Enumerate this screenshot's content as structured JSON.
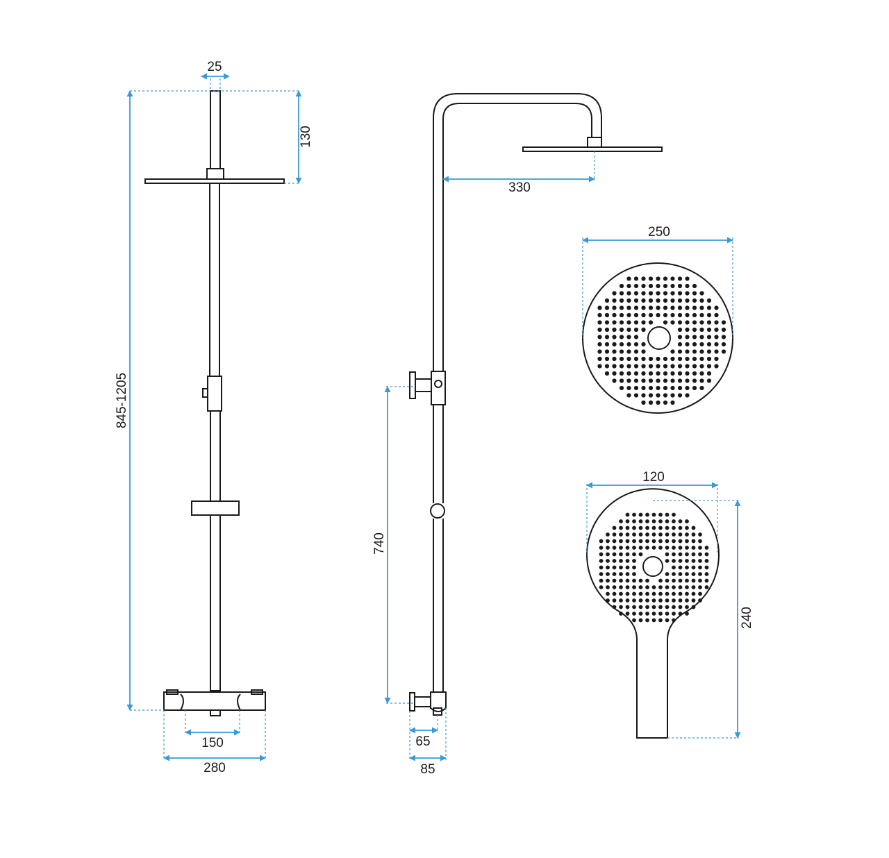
{
  "dimensions": {
    "pipe_diameter": "25",
    "head_drop": "130",
    "total_height": "845-1205",
    "inlet_spacing": "150",
    "mixer_width": "280",
    "arm_reach": "330",
    "mixer_height": "740",
    "wall_offset_inner": "65",
    "wall_offset_outer": "85",
    "head_diameter": "250",
    "hand_width": "120",
    "hand_length": "240"
  },
  "colors": {
    "line": "#1a1a1a",
    "dimension": "#3a9ad4"
  }
}
